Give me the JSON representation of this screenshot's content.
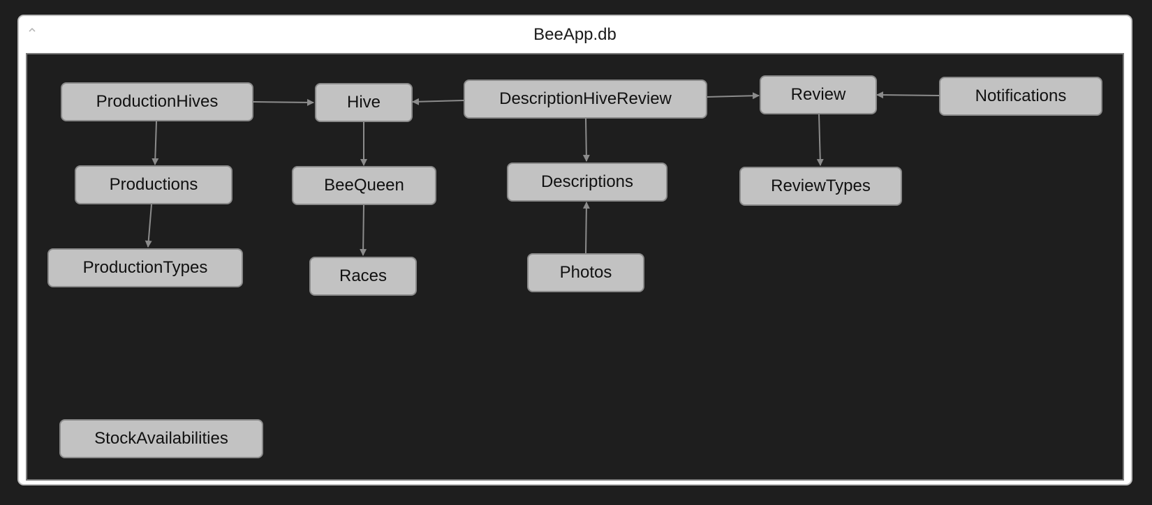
{
  "window": {
    "title": "BeeApp.db",
    "collapse_icon": "chevron-up-icon"
  },
  "diagram": {
    "nodes": {
      "production_hives": "ProductionHives",
      "hive": "Hive",
      "description_hive_review": "DescriptionHiveReview",
      "review": "Review",
      "notifications": "Notifications",
      "productions": "Productions",
      "bee_queen": "BeeQueen",
      "descriptions": "Descriptions",
      "review_types": "ReviewTypes",
      "production_types": "ProductionTypes",
      "races": "Races",
      "photos": "Photos",
      "stock_availabilities": "StockAvailabilities"
    },
    "relations": [
      {
        "from": "ProductionHives",
        "to": "Hive"
      },
      {
        "from": "ProductionHives",
        "to": "Productions"
      },
      {
        "from": "Productions",
        "to": "ProductionTypes"
      },
      {
        "from": "Hive",
        "to": "BeeQueen"
      },
      {
        "from": "BeeQueen",
        "to": "Races"
      },
      {
        "from": "DescriptionHiveReview",
        "to": "Hive"
      },
      {
        "from": "DescriptionHiveReview",
        "to": "Descriptions"
      },
      {
        "from": "DescriptionHiveReview",
        "to": "Review"
      },
      {
        "from": "Photos",
        "to": "Descriptions"
      },
      {
        "from": "Notifications",
        "to": "Review"
      },
      {
        "from": "Review",
        "to": "ReviewTypes"
      }
    ],
    "colors": {
      "node_fill": "#c2c2c2",
      "node_border": "#8a8a8a",
      "edge": "#8c8c8c",
      "canvas_background": "#1e1e1e"
    }
  }
}
